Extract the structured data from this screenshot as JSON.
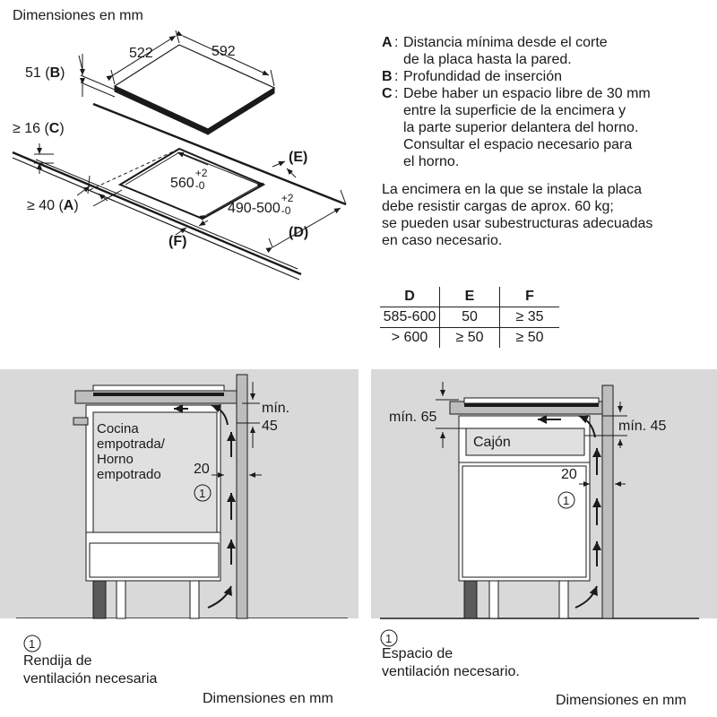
{
  "top_diagram": {
    "title": "Dimensiones en mm",
    "width_label": "522",
    "depth_label": "592",
    "thickness_label": "51 (",
    "thickness_key": "B",
    "thickness_close": ")",
    "gap_label": "≥ 16 (",
    "gap_key": "C",
    "gap_close": ")",
    "wall_label": "≥ 40 (",
    "wall_key": "A",
    "wall_close": ")",
    "cutout_width": "560",
    "cutout_width_tol_plus": "+2",
    "cutout_width_tol_minus": "-0",
    "cutout_depth": "490-500",
    "cutout_depth_tol_plus": "+2",
    "cutout_depth_tol_minus": "-0",
    "label_e": "(E)",
    "label_d": "(D)",
    "label_f": "(F)"
  },
  "legend": [
    {
      "key": "A",
      "text": "Distancia mínima desde el corte\nde la placa hasta la pared."
    },
    {
      "key": "B",
      "text": "Profundidad de inserción"
    },
    {
      "key": "C",
      "text": "Debe haber un espacio libre de 30 mm\nentre la superficie de la encimera y\nla parte superior delantera del horno.\nConsultar el espacio necesario para\nel horno."
    }
  ],
  "note": "La encimera en la que se instale la placa\ndebe resistir cargas de aprox. 60 kg;\nse pueden usar subestructuras adecuadas\nen caso necesario.",
  "table": {
    "headers": [
      "D",
      "E",
      "F"
    ],
    "rows": [
      [
        "585-600",
        "50",
        "≥ 35"
      ],
      [
        "> 600",
        "≥ 50",
        "≥ 50"
      ]
    ]
  },
  "left_diagram": {
    "appliance_label_1": "Cocina",
    "appliance_label_2": "empotrada/",
    "appliance_label_3": "Horno",
    "appliance_label_4": "empotrado",
    "min_label": "mín.",
    "min_value": "45",
    "gap_value": "20",
    "marker": "1",
    "footnote_marker": "1",
    "footnote_line1": "Rendija de",
    "footnote_line2": "ventilación necesaria",
    "units": "Dimensiones en mm"
  },
  "right_diagram": {
    "drawer_label": "Cajón",
    "min_top_label": "mín. 65",
    "min_right_label": "mín. 45",
    "gap_value": "20",
    "marker": "1",
    "footnote_marker": "1",
    "footnote_line1": "Espacio de",
    "footnote_line2": "ventilación necesario.",
    "units": "Dimensiones en mm"
  },
  "colors": {
    "ink": "#1a1a1a",
    "panel_grey": "#d9d9d9",
    "oven_fill": "#e0e0e0",
    "wall_grey": "#bdbdbd",
    "foot_dark": "#5a5a5a",
    "frame": "#cfcfcf"
  }
}
